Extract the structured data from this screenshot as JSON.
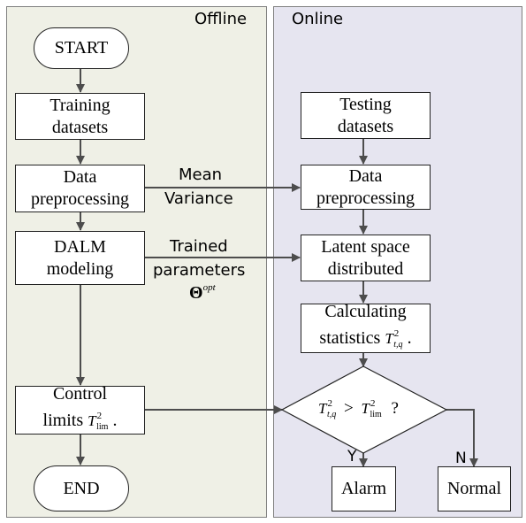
{
  "panels": {
    "offline_title": "Offline",
    "online_title": "Online"
  },
  "offline": {
    "start": "START",
    "training_line1": "Training",
    "training_line2": "datasets",
    "prep_line1": "Data",
    "prep_line2": "preprocessing",
    "dalm_line1": "DALM",
    "dalm_line2": "modeling",
    "control_line1": "Control",
    "control_line2": "limits",
    "end": "END"
  },
  "online": {
    "testing_line1": "Testing",
    "testing_line2": "datasets",
    "prep_line1": "Data",
    "prep_line2": "preprocessing",
    "latent_line1": "Latent space",
    "latent_line2": "distributed",
    "calc_line1": "Calculating",
    "calc_line2": "statistics",
    "alarm": "Alarm",
    "normal": "Normal"
  },
  "connectors": {
    "mean": "Mean",
    "variance": "Variance",
    "trained": "Trained",
    "parameters": "parameters",
    "theta": "Θ",
    "theta_sup": "opt",
    "yes": "Y",
    "no": "N"
  },
  "symbols": {
    "T": "T",
    "sq": "2",
    "tq": "t,q",
    "lim": "lim",
    "period": ".",
    "gt": ">",
    "qmark": "?"
  },
  "colors": {
    "offline_bg": "#eff0e6",
    "online_bg": "#e6e5f0",
    "arrow": "#4d4d4d"
  }
}
